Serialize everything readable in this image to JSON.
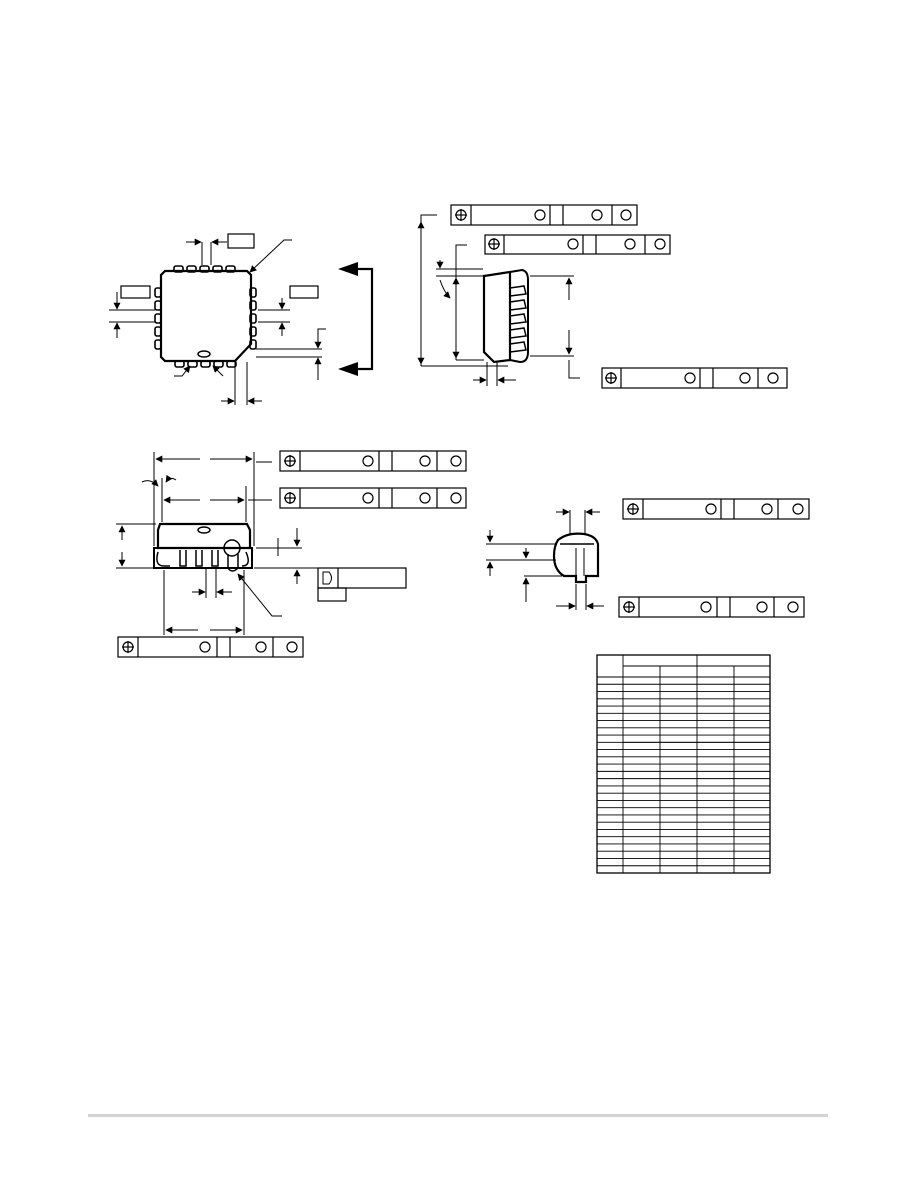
{
  "page": {
    "description_text": ""
  },
  "colors": {
    "ink": "#000000",
    "rule": "#d4d4d4",
    "paper": "#ffffff"
  },
  "icons": {
    "position_tolerance_symbol": "position-tolerance-icon",
    "material_condition_symbol": "material-condition-circle-icon",
    "flatness_datum_symbol": "datum-d-icon"
  },
  "dimension_table": {
    "header_rows": 2,
    "body_rows": 27,
    "columns": 5
  }
}
